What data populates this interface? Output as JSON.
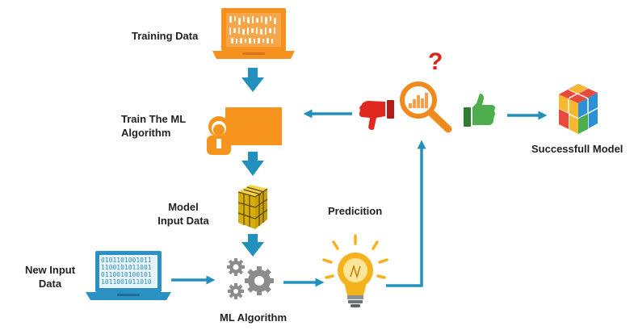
{
  "labels": {
    "training_data": "Training Data",
    "train_algorithm": "Train The  ML\nAlgorithm",
    "model_input_data": "Model\nInput Data",
    "new_input_data": "New Input\nData",
    "ml_algorithm": "ML  Algorithm",
    "prediction": "Predicition",
    "successful_model": "Successfull Model",
    "question_mark": "?"
  },
  "colors": {
    "arrow": "#2290bd",
    "laptop": "#f5911e",
    "laptop_blue": "#2a91c2",
    "board": "#f7941d",
    "cube_yellow": "#e8c10f",
    "gear": "#8c8c8c",
    "bulb": "#f6b21b",
    "thumb_down": "#e0281f",
    "thumb_up": "#4cae4c",
    "magnifier": "#f08a1c",
    "question": "#d9261c",
    "text": "#222222"
  },
  "icons": {
    "training_laptop": "laptop-icon",
    "new_input_laptop": "laptop-icon",
    "trainer": "presenter-icon",
    "model_cube": "cube-icon",
    "algorithm": "gears-icon",
    "prediction": "lightbulb-icon",
    "evaluation": "magnifier-chart-icon",
    "rejected": "thumbs-down-icon",
    "accepted": "thumbs-up-icon",
    "final_model": "rubik-cube-icon"
  }
}
